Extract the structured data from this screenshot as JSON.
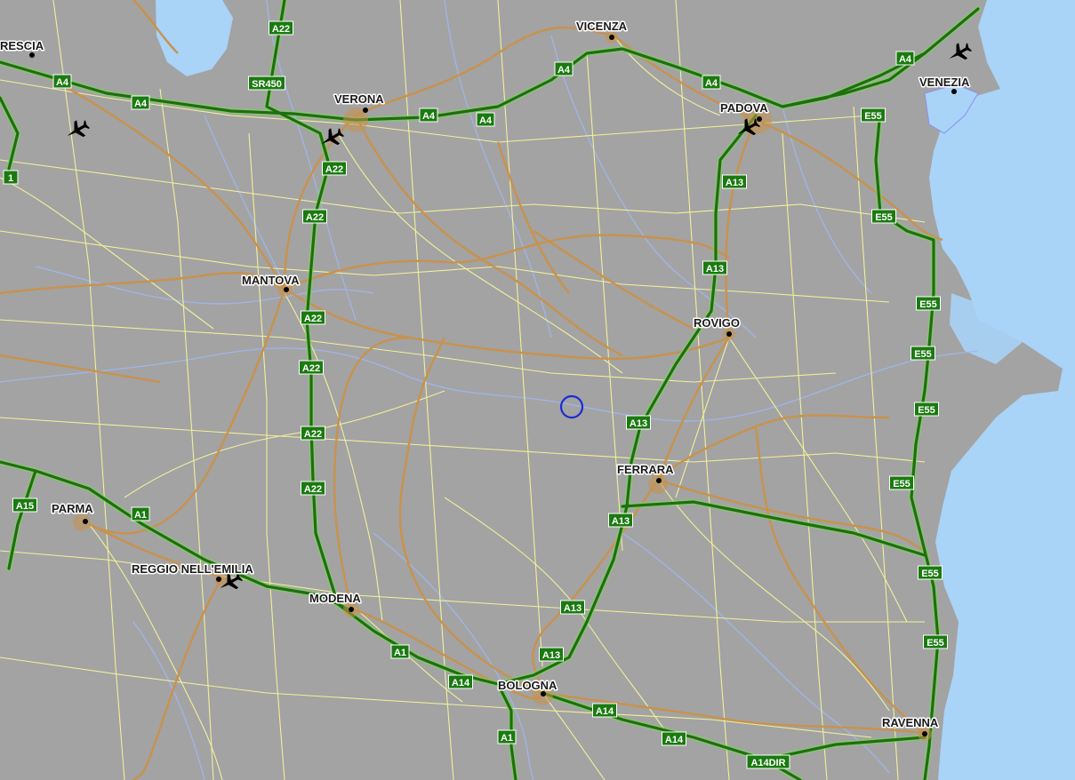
{
  "map": {
    "colors": {
      "land": "#a3a3a3",
      "sea": "#a9d3f7",
      "lake": "#a9d3f7",
      "motorway": "#1f6e10",
      "motorway_casing": "#7bd65a",
      "primary_road": "#c8924d",
      "secondary_road": "#f2f09a",
      "river": "#9fb6ee",
      "shield_fill": "#1a7a0f",
      "city_dot": "#000000",
      "location_marker": "#1a2cd6"
    },
    "cities": [
      {
        "name": "RESCIA"
      },
      {
        "name": "VICENZA"
      },
      {
        "name": "VERONA"
      },
      {
        "name": "PADOVA"
      },
      {
        "name": "VENEZIA"
      },
      {
        "name": "MANTOVA"
      },
      {
        "name": "ROVIGO"
      },
      {
        "name": "FERRARA"
      },
      {
        "name": "PARMA"
      },
      {
        "name": "REGGIO NELL'EMILIA"
      },
      {
        "name": "MODENA"
      },
      {
        "name": "BOLOGNA"
      },
      {
        "name": "RAVENNA"
      }
    ],
    "shields": [
      {
        "label": "A22"
      },
      {
        "label": "A4"
      },
      {
        "label": "A4"
      },
      {
        "label": "SR450"
      },
      {
        "label": "A4"
      },
      {
        "label": "A4"
      },
      {
        "label": "A4"
      },
      {
        "label": "A4"
      },
      {
        "label": "A4"
      },
      {
        "label": "E55"
      },
      {
        "label": "A22"
      },
      {
        "label": "A13"
      },
      {
        "label": "A22"
      },
      {
        "label": "E55"
      },
      {
        "label": "A13"
      },
      {
        "label": "A22"
      },
      {
        "label": "E55"
      },
      {
        "label": "E55"
      },
      {
        "label": "A22"
      },
      {
        "label": "E55"
      },
      {
        "label": "A13"
      },
      {
        "label": "A22"
      },
      {
        "label": "E55"
      },
      {
        "label": "A22"
      },
      {
        "label": "A15"
      },
      {
        "label": "A1"
      },
      {
        "label": "A13"
      },
      {
        "label": "E55"
      },
      {
        "label": "A13"
      },
      {
        "label": "E55"
      },
      {
        "label": "A1"
      },
      {
        "label": "A13"
      },
      {
        "label": "A14"
      },
      {
        "label": "A14"
      },
      {
        "label": "A1"
      },
      {
        "label": "A14"
      },
      {
        "label": "A14DIR"
      },
      {
        "label": "1"
      }
    ],
    "airports": [
      {
        "icon": "airplane-icon"
      },
      {
        "icon": "airplane-icon"
      },
      {
        "icon": "airplane-icon"
      },
      {
        "icon": "airplane-icon"
      },
      {
        "icon": "airplane-icon"
      }
    ],
    "marker": {
      "icon": "location-circle-icon"
    }
  }
}
